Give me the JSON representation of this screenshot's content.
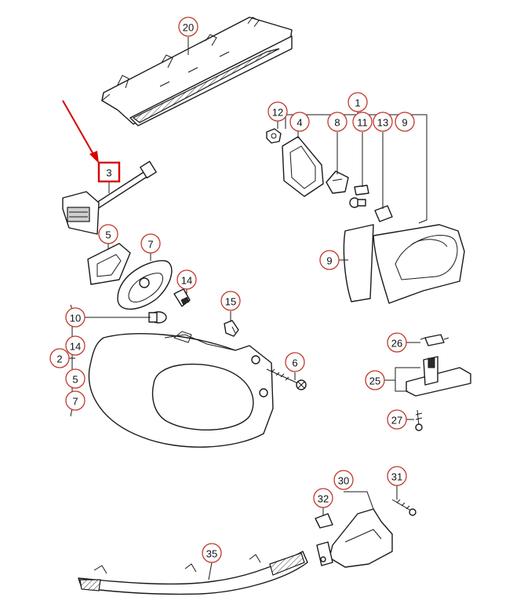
{
  "colors": {
    "callout_ring": "#c0392b",
    "highlight_box": "#d60000",
    "arrow": "#d60000",
    "line_art": "#1a1a1a"
  },
  "callouts": [
    {
      "id": "20",
      "label": "20"
    },
    {
      "id": "1",
      "label": "1"
    },
    {
      "id": "12",
      "label": "12"
    },
    {
      "id": "4",
      "label": "4"
    },
    {
      "id": "8",
      "label": "8"
    },
    {
      "id": "11",
      "label": "11"
    },
    {
      "id": "13",
      "label": "13"
    },
    {
      "id": "9a",
      "label": "9"
    },
    {
      "id": "9b",
      "label": "9"
    },
    {
      "id": "3",
      "label": "3",
      "highlighted": true
    },
    {
      "id": "5a",
      "label": "5"
    },
    {
      "id": "7a",
      "label": "7"
    },
    {
      "id": "14a",
      "label": "14"
    },
    {
      "id": "10",
      "label": "10"
    },
    {
      "id": "15",
      "label": "15"
    },
    {
      "id": "14b",
      "label": "14"
    },
    {
      "id": "2",
      "label": "2"
    },
    {
      "id": "5b",
      "label": "5"
    },
    {
      "id": "7b",
      "label": "7"
    },
    {
      "id": "6",
      "label": "6"
    },
    {
      "id": "26",
      "label": "26"
    },
    {
      "id": "25",
      "label": "25"
    },
    {
      "id": "27",
      "label": "27"
    },
    {
      "id": "30",
      "label": "30"
    },
    {
      "id": "31",
      "label": "31"
    },
    {
      "id": "32",
      "label": "32"
    },
    {
      "id": "35",
      "label": "35"
    }
  ]
}
